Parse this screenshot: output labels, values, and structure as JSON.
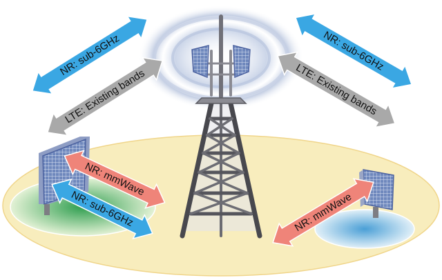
{
  "colors": {
    "nr_sub6": "#3aa7e3",
    "lte": "#a9a9a9",
    "mmwave": "#ef8479",
    "ground": "#f8edbd",
    "pad_green": "#52b366",
    "pad_blue": "#5aa9d8",
    "panel": "#6f88bd",
    "tower": "#5a5a5f"
  },
  "labels": {
    "nr_sub6_left": "NR: sub-6GHz",
    "lte_left": "LTE: Existing bands",
    "nr_sub6_right": "NR: sub-6GHz",
    "lte_right": "LTE: Existing bands",
    "mmwave_left": "NR: mmWave",
    "sub6_lower_left": "NR: sub-6GHz",
    "mmwave_right": "NR: mmWave"
  },
  "icons": [
    "tower-icon",
    "antenna-panel-icon",
    "radio-waves-icon",
    "small-cell-icon"
  ]
}
